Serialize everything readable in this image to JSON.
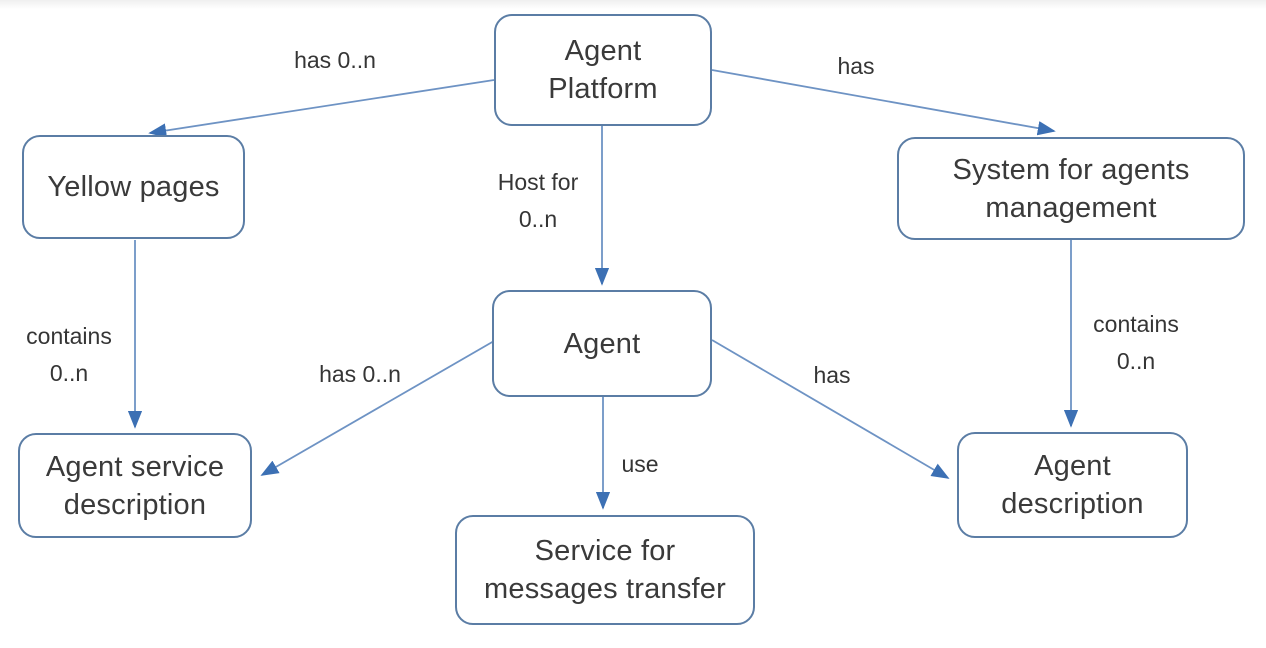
{
  "diagram": {
    "type": "concept-map",
    "background": "#ffffff",
    "colors": {
      "box_border": "#5b7da5",
      "box_fill": "#ffffff",
      "connector_line": "#6e93c4",
      "arrowhead": "#3c70b4",
      "text": "#3a3a3a"
    },
    "nodes": [
      {
        "id": "agent-platform",
        "text": "Agent Platform",
        "lines": [
          "Agent",
          "Platform"
        ]
      },
      {
        "id": "yellow-pages",
        "text": "Yellow pages",
        "lines": [
          "Yellow pages"
        ]
      },
      {
        "id": "system-for-agents-management",
        "text": "System for agents management",
        "lines": [
          "System for agents",
          "management"
        ]
      },
      {
        "id": "agent",
        "text": "Agent",
        "lines": [
          "Agent"
        ]
      },
      {
        "id": "agent-service-description",
        "text": "Agent service description",
        "lines": [
          "Agent service",
          "description"
        ]
      },
      {
        "id": "service-for-messages-transfer",
        "text": "Service for messages transfer",
        "lines": [
          "Service for",
          "messages transfer"
        ]
      },
      {
        "id": "agent-description",
        "text": "Agent description",
        "lines": [
          "Agent",
          "description"
        ]
      }
    ],
    "edges": [
      {
        "from": "agent-platform",
        "to": "yellow-pages",
        "text": "has 0..n",
        "lines": [
          "has 0..n"
        ]
      },
      {
        "from": "agent-platform",
        "to": "system-for-agents-management",
        "text": "has",
        "lines": [
          "has"
        ]
      },
      {
        "from": "agent-platform",
        "to": "agent",
        "text": "Host for 0..n",
        "lines": [
          "Host for",
          "0..n"
        ]
      },
      {
        "from": "yellow-pages",
        "to": "agent-service-description",
        "text": "contains 0..n",
        "lines": [
          "contains",
          "0..n"
        ]
      },
      {
        "from": "agent",
        "to": "agent-service-description",
        "text": "has 0..n",
        "lines": [
          "has 0..n"
        ]
      },
      {
        "from": "agent",
        "to": "service-for-messages-transfer",
        "text": "use",
        "lines": [
          "use"
        ]
      },
      {
        "from": "agent",
        "to": "agent-description",
        "text": "has",
        "lines": [
          "has"
        ]
      },
      {
        "from": "system-for-agents-management",
        "to": "agent-description",
        "text": "contains 0..n",
        "lines": [
          "contains",
          "0..n"
        ]
      }
    ]
  }
}
